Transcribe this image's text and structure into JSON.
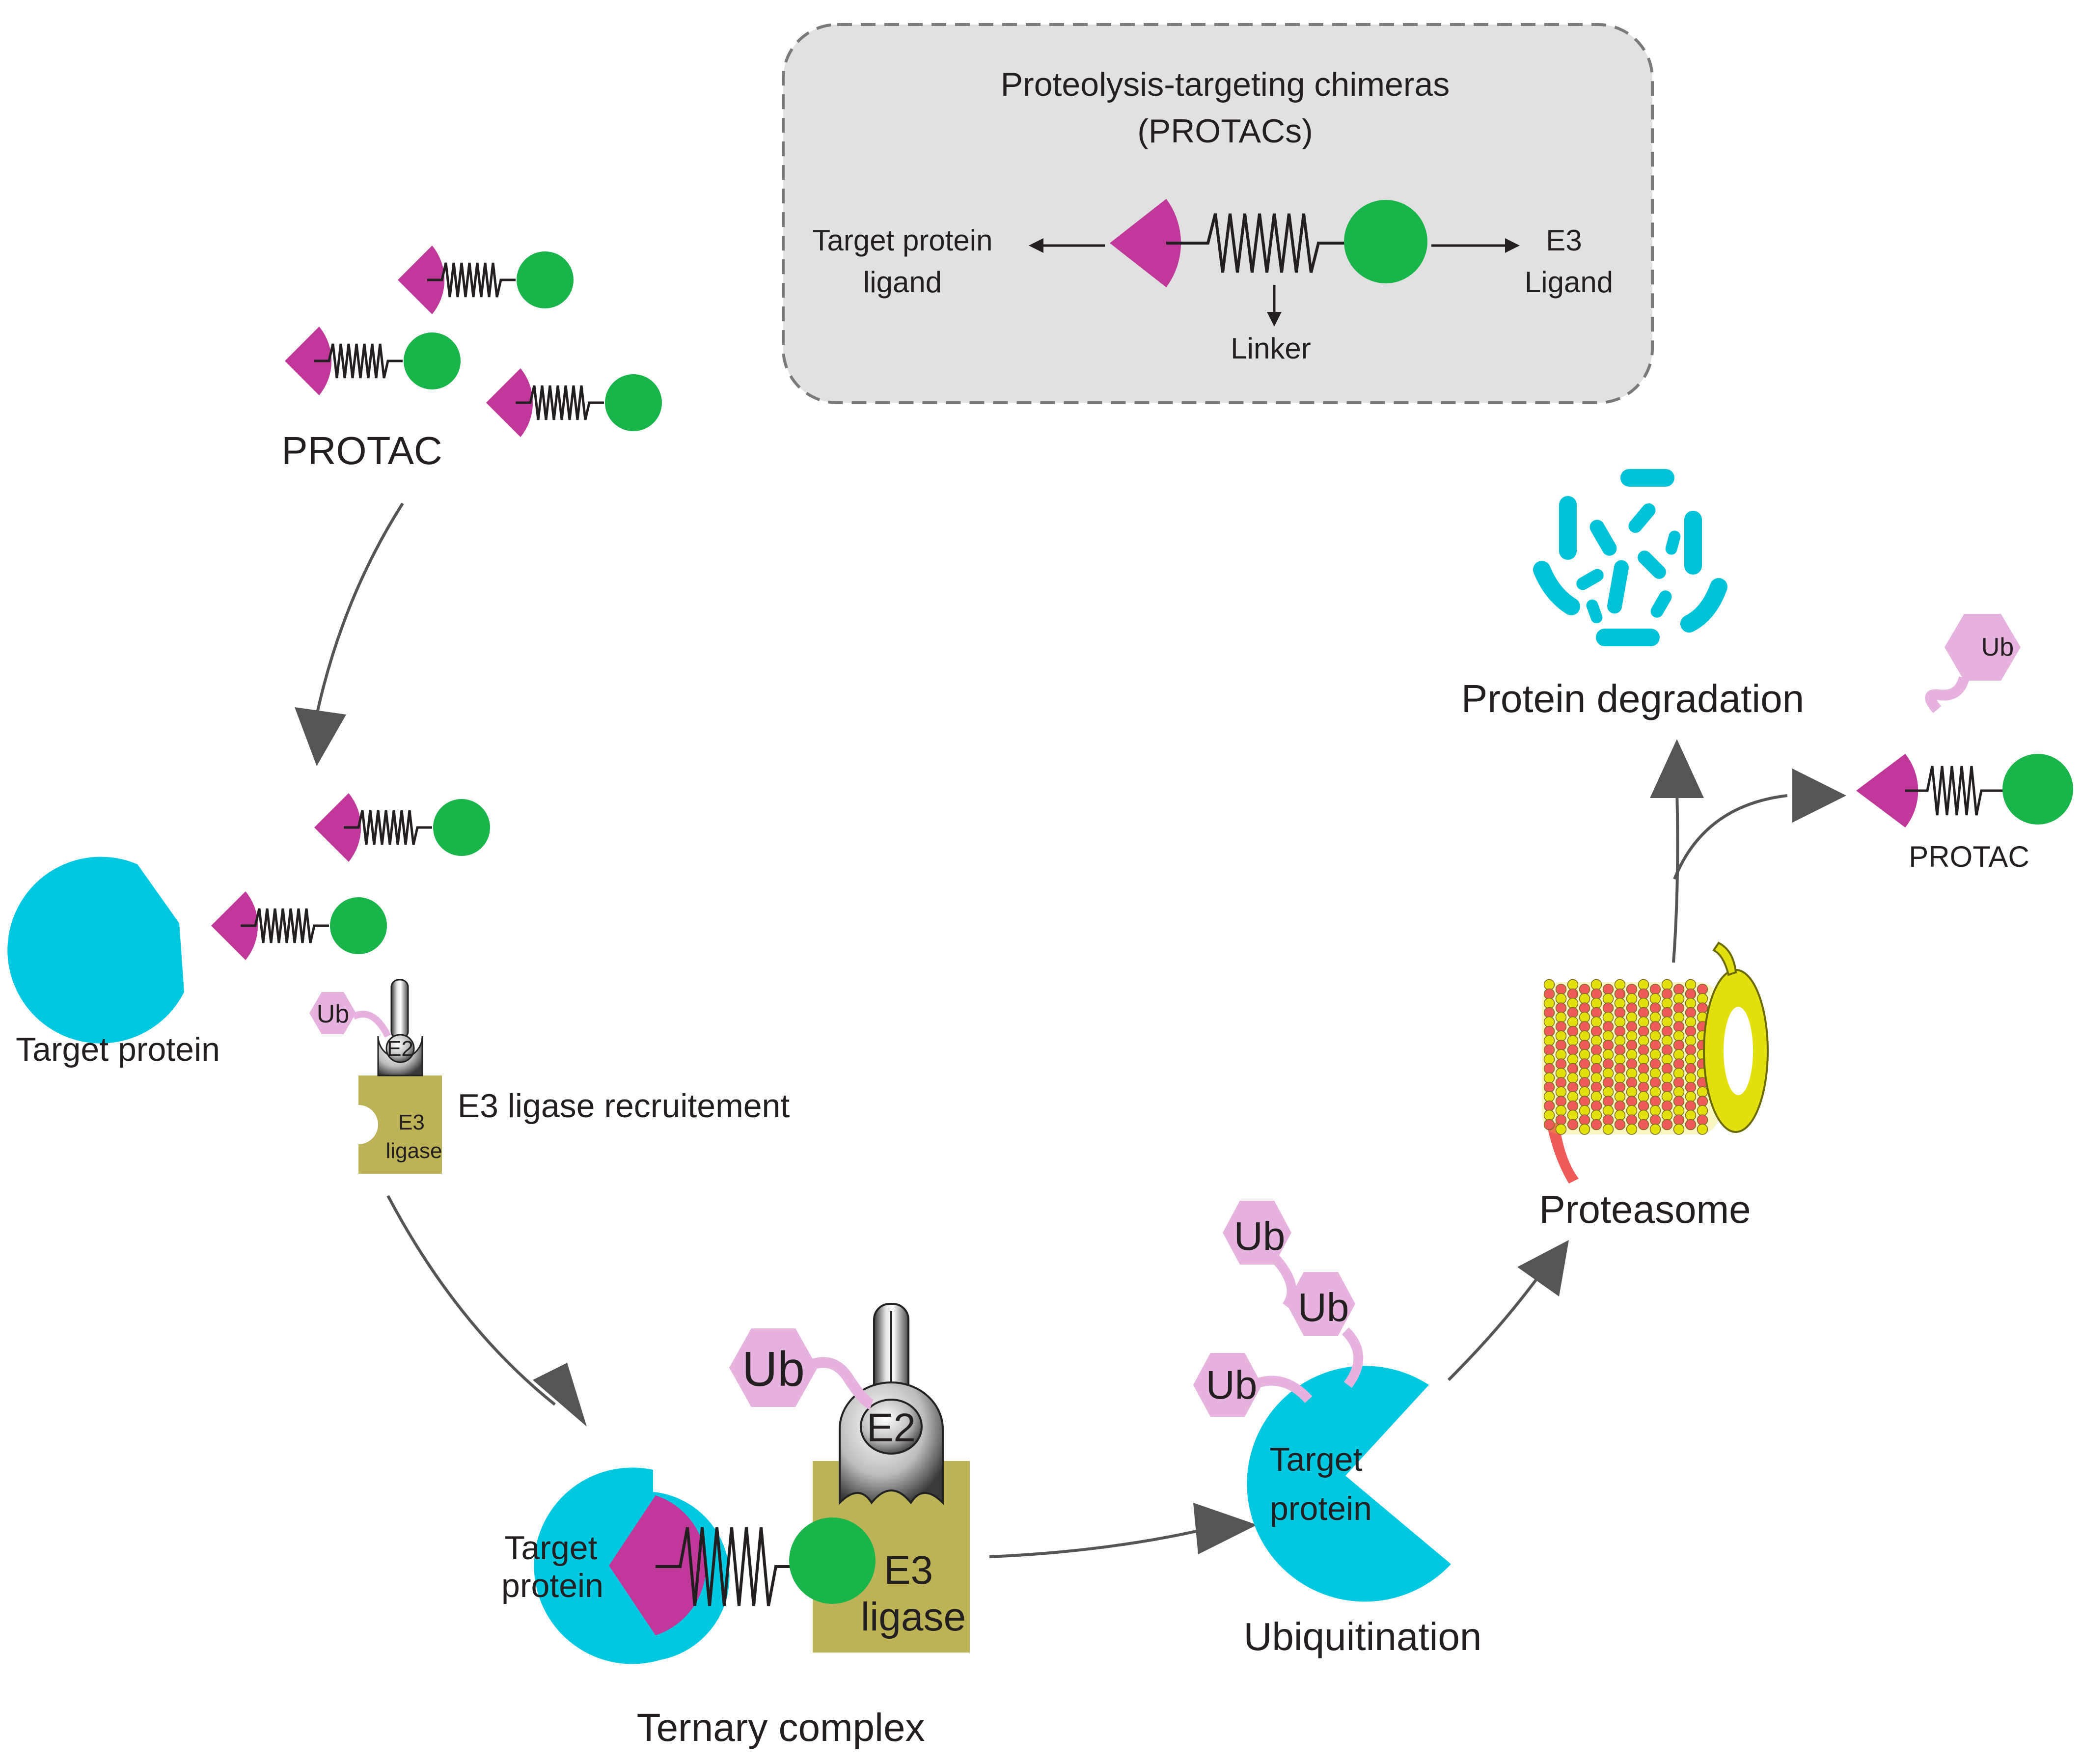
{
  "colors": {
    "target_protein": "#00c8e0",
    "warhead": "#c0399a",
    "e3_ligand": "#19b54a",
    "e3_ligase": "#bcb356",
    "ubiquitin": "#e6b3de",
    "proteasome_red": "#ef5a5a",
    "proteasome_yellow": "#e3e00f",
    "legend_box": "#e2e1e1",
    "arrow": "#555555"
  },
  "legend": {
    "title_line1": "Proteolysis-targeting chimeras",
    "title_line2": "(PROTACs)",
    "target_ligand_line1": "Target protein",
    "target_ligand_line2": "ligand",
    "e3_ligand_line1": "E3",
    "e3_ligand_line2": "Ligand",
    "linker": "Linker"
  },
  "labels": {
    "protac_top": "PROTAC",
    "target_protein": "Target protein",
    "e3_recruitment": "E3 ligase recruitement",
    "ternary_complex": "Ternary complex",
    "ubiquitination": "Ubiquitination",
    "proteasome": "Proteasome",
    "protein_degradation": "Protein degradation",
    "protac_right": "PROTAC"
  },
  "small_complex": {
    "ub": "Ub",
    "e2": "E2",
    "e3_line1": "E3",
    "e3_line2": "ligase"
  },
  "ternary": {
    "target_line1": "Target",
    "target_line2": "protein",
    "ub": "Ub",
    "e2": "E2",
    "e3_line1": "E3",
    "e3_line2": "ligase"
  },
  "ubiquitinated": {
    "target_line1": "Target",
    "target_line2": "protein",
    "ub_1": "Ub",
    "ub_2": "Ub",
    "ub_3": "Ub"
  },
  "released_ub": "Ub",
  "icons": [
    "protac-molecule-icon",
    "pacman-target-protein-icon",
    "e2-enzyme-icon",
    "e3-ligase-icon",
    "ubiquitin-icon",
    "proteasome-icon",
    "peptide-fragments-icon",
    "flow-arrow-icon"
  ]
}
